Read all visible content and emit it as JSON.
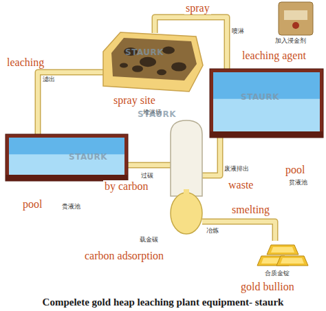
{
  "diagram": {
    "caption": "Compelete gold heap leaching plant equipment- staurk",
    "nodes": [
      {
        "text": [
          "spray site",
          "堆淋场"
        ]
      },
      {
        "text": [
          "加入浸金剂",
          "leaching agent"
        ]
      },
      {
        "text": [
          "pool",
          "贵液池"
        ]
      },
      {
        "text": [
          "pool",
          "贫液池"
        ]
      },
      {
        "text": [
          "载金碳",
          "carbon adsorption"
        ]
      },
      {
        "text": [
          "合质金锭",
          "gold bullion"
        ]
      }
    ],
    "edges": [
      {
        "from": 0,
        "to": 2,
        "arrow": "none",
        "label": "leaching"
      },
      {
        "from": 2,
        "to": 4,
        "arrow": "none",
        "label": "by carbon"
      },
      {
        "from": 4,
        "to": 3,
        "arrow": "none",
        "label": "waste"
      },
      {
        "from": 3,
        "to": 0,
        "arrow": "none",
        "label": "spray"
      },
      {
        "from": 4,
        "to": 5,
        "arrow": "none",
        "label": "smelting"
      }
    ],
    "labels": [
      "喷淋",
      "滤出",
      "过碳",
      "废液排出",
      "冶炼",
      "STAURK",
      "STAURK",
      "STAURK",
      "STAURK"
    ]
  }
}
